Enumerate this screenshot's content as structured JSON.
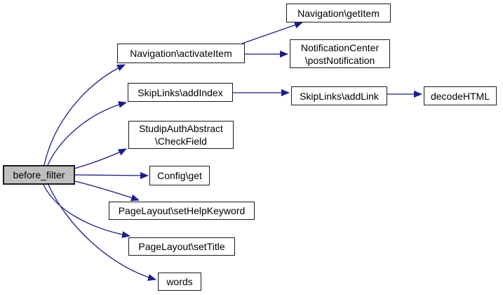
{
  "diagram": {
    "type": "call-graph",
    "root": "before_filter",
    "colors": {
      "edge": "#1c1c8f",
      "node_fill": "#ffffff",
      "root_fill": "#bfbfbf",
      "node_border": "#1a1a1a",
      "background": "#ffffff"
    },
    "nodes": [
      {
        "id": "before_filter",
        "lines": [
          "before_filter"
        ]
      },
      {
        "id": "activateItem",
        "lines": [
          "Navigation\\activateItem"
        ]
      },
      {
        "id": "getItem",
        "lines": [
          "Navigation\\getItem"
        ]
      },
      {
        "id": "postNotification",
        "lines": [
          "NotificationCenter",
          "\\postNotification"
        ]
      },
      {
        "id": "addIndex",
        "lines": [
          "SkipLinks\\addIndex"
        ]
      },
      {
        "id": "addLink",
        "lines": [
          "SkipLinks\\addLink"
        ]
      },
      {
        "id": "decodeHTML",
        "lines": [
          "decodeHTML"
        ]
      },
      {
        "id": "CheckField",
        "lines": [
          "StudipAuthAbstract",
          "\\CheckField"
        ]
      },
      {
        "id": "config_get",
        "lines": [
          "Config\\get"
        ]
      },
      {
        "id": "setHelpKeyword",
        "lines": [
          "PageLayout\\setHelpKeyword"
        ]
      },
      {
        "id": "setTitle",
        "lines": [
          "PageLayout\\setTitle"
        ]
      },
      {
        "id": "words",
        "lines": [
          "words"
        ]
      }
    ],
    "edges": [
      {
        "from": "before_filter",
        "to": "activateItem"
      },
      {
        "from": "before_filter",
        "to": "addIndex"
      },
      {
        "from": "before_filter",
        "to": "CheckField"
      },
      {
        "from": "before_filter",
        "to": "config_get"
      },
      {
        "from": "before_filter",
        "to": "setHelpKeyword"
      },
      {
        "from": "before_filter",
        "to": "setTitle"
      },
      {
        "from": "before_filter",
        "to": "words"
      },
      {
        "from": "activateItem",
        "to": "getItem"
      },
      {
        "from": "activateItem",
        "to": "postNotification"
      },
      {
        "from": "addIndex",
        "to": "addLink"
      },
      {
        "from": "addLink",
        "to": "decodeHTML"
      }
    ]
  }
}
